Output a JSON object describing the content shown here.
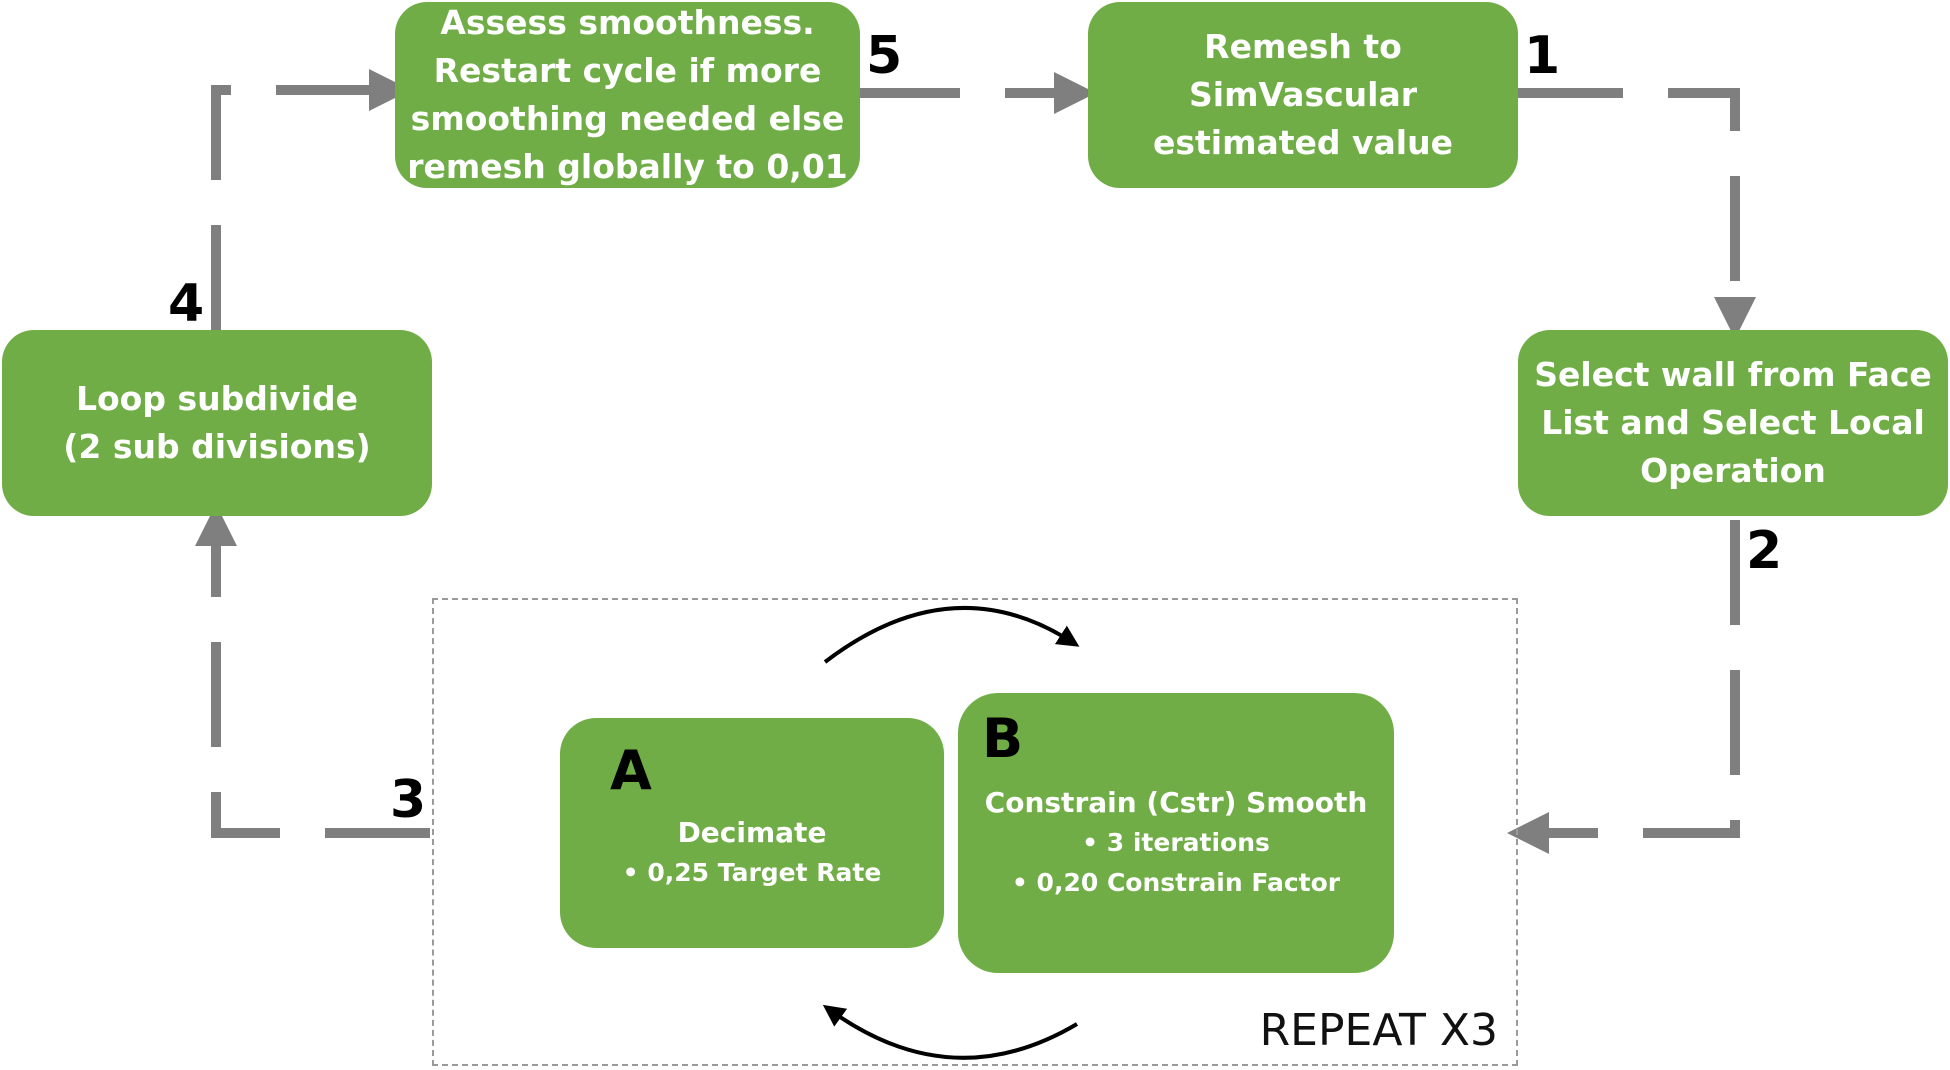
{
  "colors": {
    "box_fill": "#70ad47",
    "box_text": "#ffffff",
    "connector": "#7f7f7f",
    "repeat_border": "#9a9a9a"
  },
  "steps": {
    "assess": {
      "number": "5",
      "text": "Assess smoothness.\nRestart cycle if more\nsmoothing needed else\nremesh globally to 0,01"
    },
    "remesh": {
      "number": "1",
      "text": "Remesh to SimVascular\nestimated value"
    },
    "select": {
      "number": "2",
      "text": "Select wall from Face\nList and Select Local\nOperation"
    },
    "loop": {
      "number": "4",
      "text": "Loop subdivide\n(2 sub divisions)"
    },
    "repeat_entry": {
      "number": "3"
    }
  },
  "repeat": {
    "label": "REPEAT X3",
    "decimate": {
      "letter": "A",
      "title": "Decimate",
      "bullets": [
        "• 0,25 Target Rate"
      ]
    },
    "smooth": {
      "letter": "B",
      "title": "Constrain  (Cstr) Smooth",
      "bullets": [
        "• 3 iterations",
        "• 0,20 Constrain Factor"
      ]
    }
  }
}
